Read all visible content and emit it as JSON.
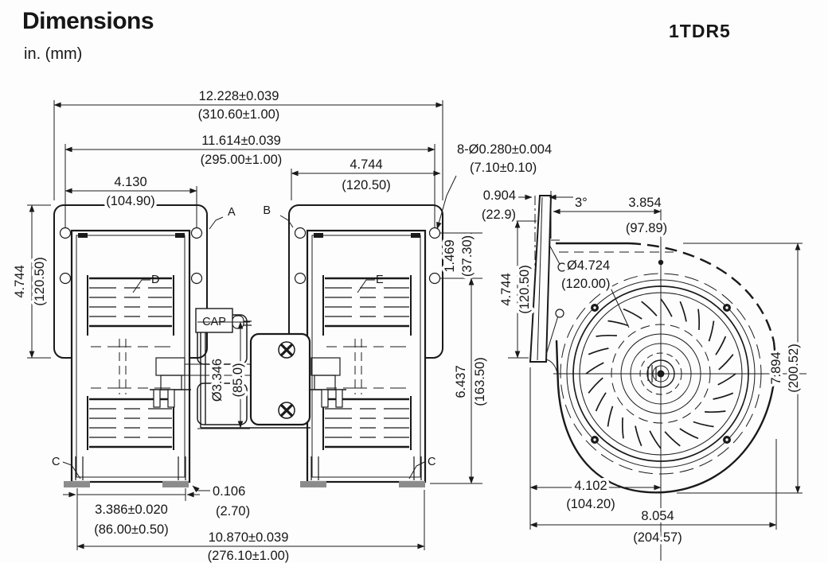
{
  "colors": {
    "line": "#1a1a1a",
    "pad_gray": "#8c8c8c",
    "background": "#fdfdfd"
  },
  "header": {
    "title": "Dimensions",
    "units": "in. (mm)",
    "model": "1TDR5"
  },
  "front_view": {
    "cap_label": "CAP",
    "callouts": {
      "a": "A",
      "b": "B",
      "c_left": "C",
      "c_right": "C",
      "d": "D",
      "e": "E"
    },
    "dims": {
      "overall_width": {
        "in": "12.228±0.039",
        "mm": "(310.60±1.00)"
      },
      "hole_span": {
        "in": "11.614±0.039",
        "mm": "(295.00±1.00)"
      },
      "left_hole_width": {
        "in": "4.130",
        "mm": "(104.90)"
      },
      "right_flange_width": {
        "in": "4.744",
        "mm": "(120.50)"
      },
      "mounting_holes": {
        "in": "8-Ø0.280±0.004",
        "mm": "(7.10±0.10)"
      },
      "flange_height": {
        "in": "4.744",
        "mm": "(120.50)"
      },
      "hole_row_spacing": {
        "in": "1.469",
        "mm": "(37.30)"
      },
      "body_height": {
        "in": "6.437",
        "mm": "(163.50)"
      },
      "motor_diameter": {
        "in": "Ø3.346",
        "mm": "(85.0)"
      },
      "foot_thickness": {
        "in": "0.106",
        "mm": "(2.70)"
      },
      "foot_width": {
        "in": "3.386±0.020",
        "mm": "(86.00±0.50)"
      },
      "foot_span": {
        "in": "10.870±0.039",
        "mm": "(276.10±1.00)"
      }
    }
  },
  "side_view": {
    "dims": {
      "flange_offset": {
        "in": "0.904",
        "mm": "(22.9)"
      },
      "flange_angle": "3°",
      "center_from_flange": {
        "in": "3.854",
        "mm": "(97.89)"
      },
      "inlet_diameter": {
        "in": "Ø4.724",
        "mm": "(120.00)"
      },
      "flange_height": {
        "in": "4.744",
        "mm": "(120.50)"
      },
      "overall_height": {
        "in": "7.894",
        "mm": "(200.52)"
      },
      "center_from_left": {
        "in": "4.102",
        "mm": "(104.20)"
      },
      "overall_width": {
        "in": "8.054",
        "mm": "(204.57)"
      }
    }
  }
}
